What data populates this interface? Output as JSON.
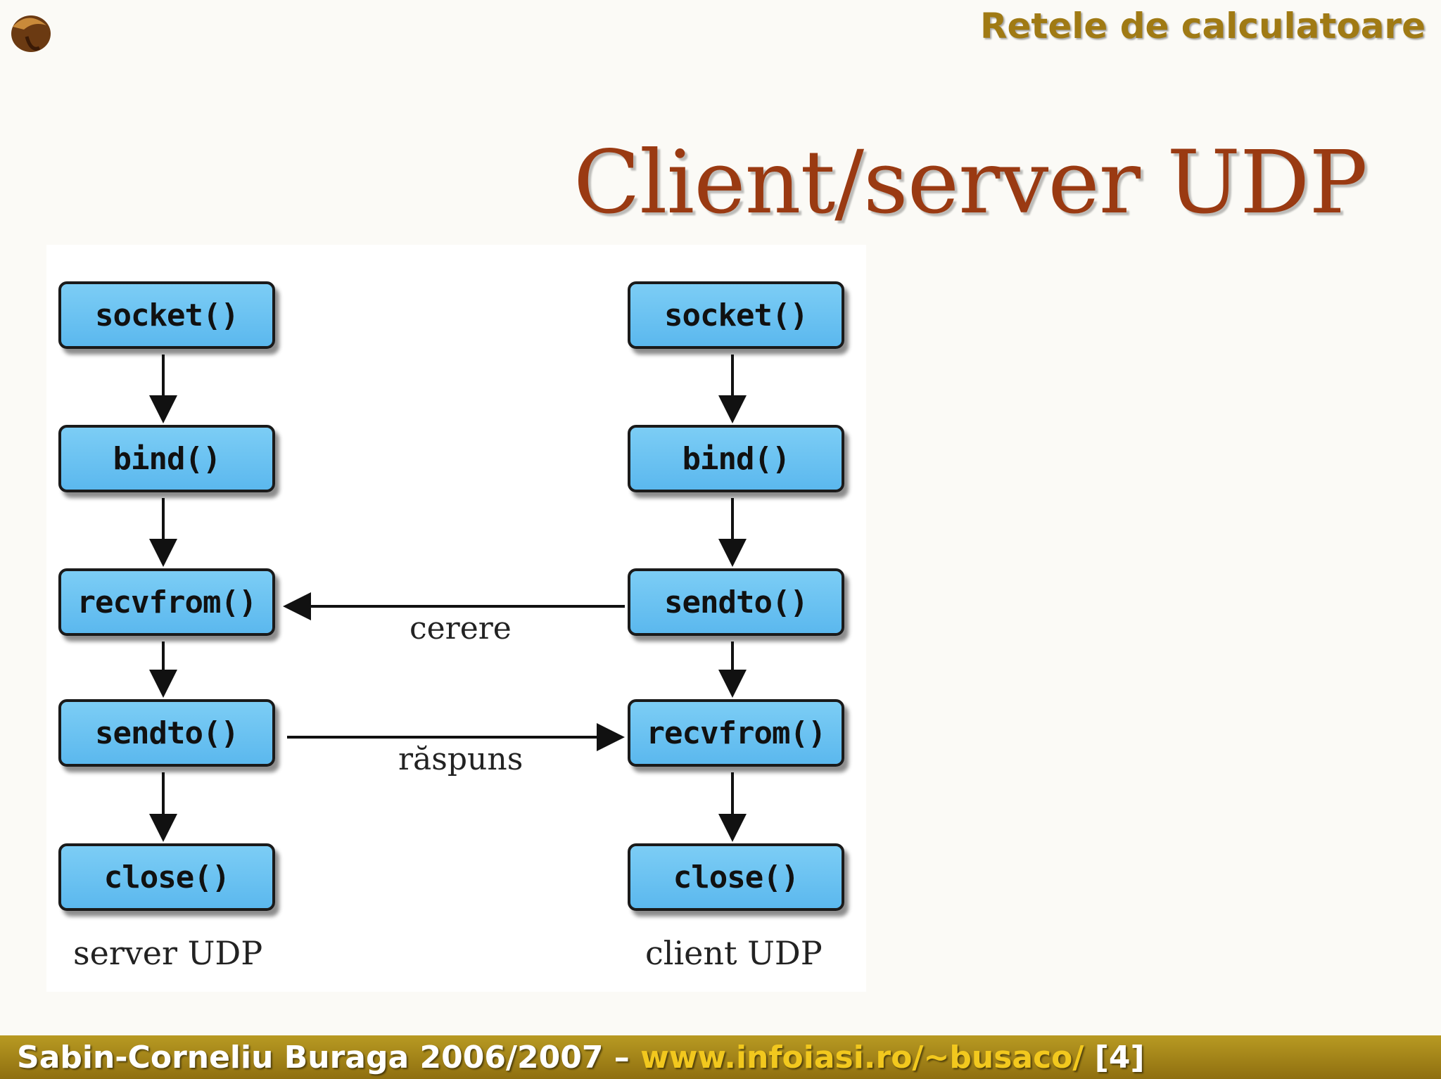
{
  "header": {
    "course_title": "Retele de calculatoare",
    "slide_title": "Client/server UDP"
  },
  "diagram": {
    "server": {
      "label": "server UDP",
      "steps": [
        "socket()",
        "bind()",
        "recvfrom()",
        "sendto()",
        "close()"
      ]
    },
    "client": {
      "label": "client UDP",
      "steps": [
        "socket()",
        "bind()",
        "sendto()",
        "recvfrom()",
        "close()"
      ]
    },
    "messages": {
      "request": "cerere",
      "response": "răspuns"
    }
  },
  "footer": {
    "author": "Sabin-Corneliu Buraga 2006/2007 – ",
    "url": "www.infoiasi.ro/~busaco/",
    "page": " [4]"
  }
}
